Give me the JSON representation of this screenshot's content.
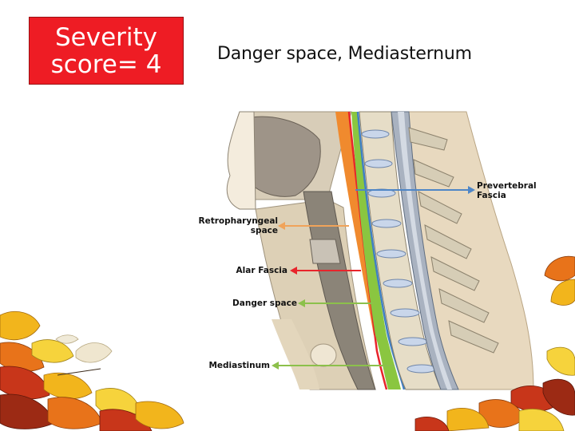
{
  "severity_box": {
    "line1": "Severity",
    "line2": "score= 4"
  },
  "title": "Danger space, Mediasternum",
  "diagram": {
    "labels": {
      "prevertebral_line1": "Prevertebral",
      "prevertebral_line2": "Fascia",
      "retropharyngeal_line1": "Retropharyngeal",
      "retropharyngeal_line2": "space",
      "alar": "Alar Fascia",
      "danger": "Danger space",
      "mediastinum": "Mediastinum"
    },
    "colors": {
      "prevertebral_arrow": "#4f86c6",
      "retropharyngeal_arrow": "#f0a35a",
      "alar_arrow": "#e8242b",
      "danger_arrow": "#8cc04b",
      "mediastinum_arrow": "#8cc04b",
      "retropharyngeal_space": "#f08a2e",
      "danger_space": "#8ac640",
      "alar_fascia": "#e8242b",
      "prevertebral_fascia": "#3f7fc3"
    }
  },
  "decoration": {
    "leaf_colors": [
      "#f2b51c",
      "#e8731a",
      "#c8361a",
      "#f6d33c",
      "#9c2a14"
    ]
  }
}
